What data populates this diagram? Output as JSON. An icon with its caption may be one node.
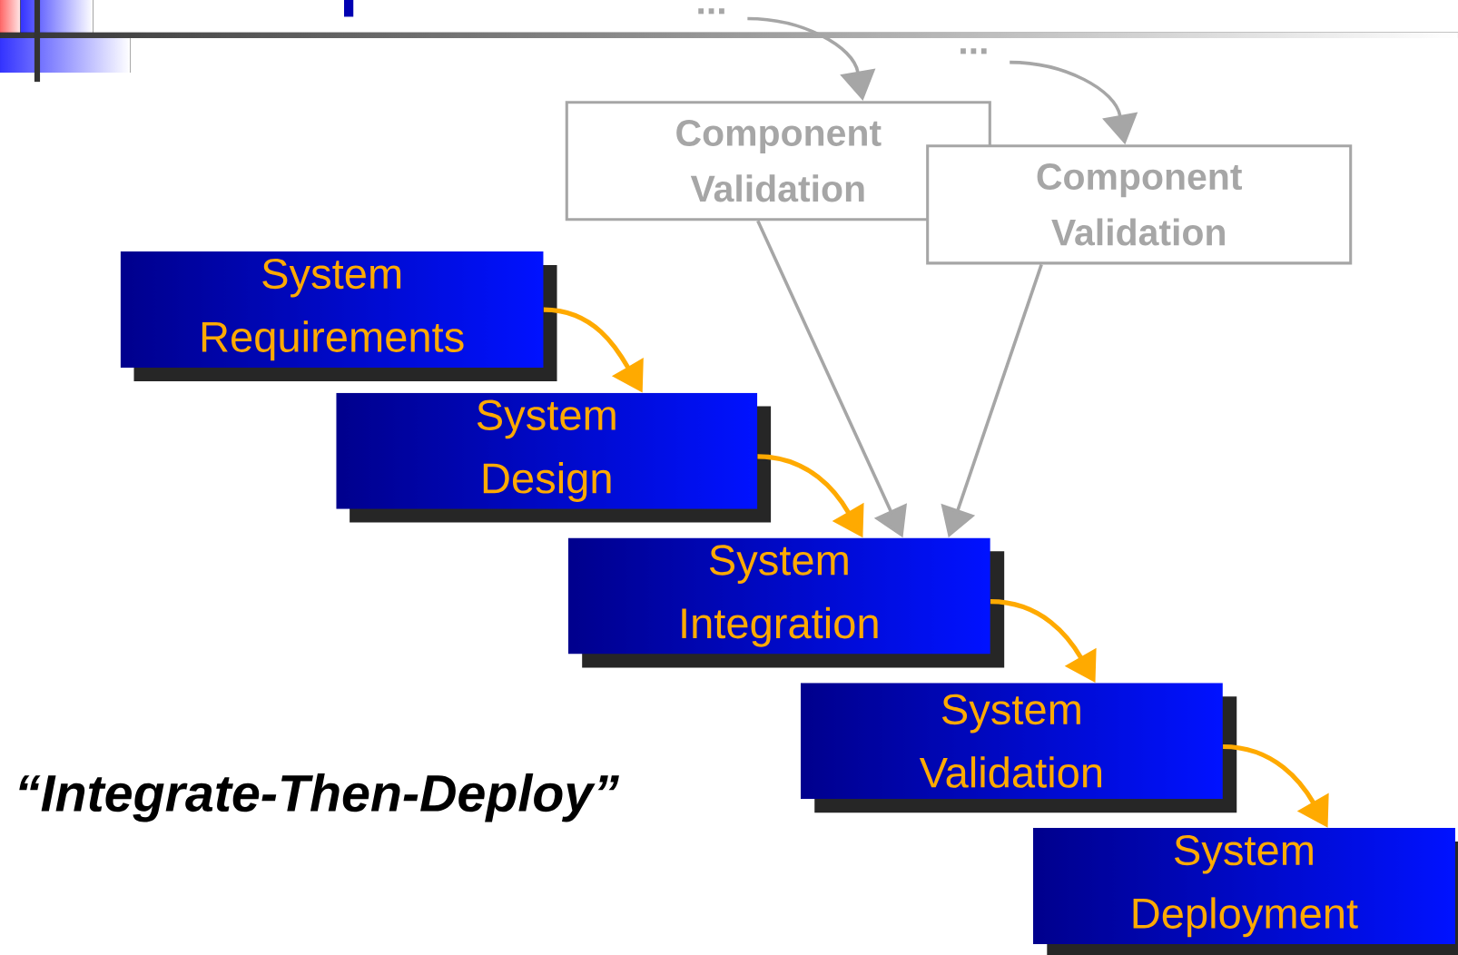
{
  "diagram": {
    "nodes": [
      {
        "text": [
          "..."
        ]
      },
      {
        "text": [
          "Component Validation"
        ]
      },
      {
        "text": [
          "..."
        ]
      },
      {
        "text": [
          "Component Validation"
        ]
      },
      {
        "text": [
          "System Requirements"
        ]
      },
      {
        "text": [
          "System Design"
        ]
      },
      {
        "text": [
          "System Integration"
        ]
      },
      {
        "text": [
          "System Validation"
        ]
      },
      {
        "text": [
          "System Deployment"
        ]
      }
    ],
    "edges": [
      {
        "from": 0,
        "to": 1,
        "arrow": "to",
        "color": "#a6a6a6"
      },
      {
        "from": 2,
        "to": 3,
        "arrow": "to",
        "color": "#a6a6a6"
      },
      {
        "from": 1,
        "to": 6,
        "arrow": "to",
        "color": "#a6a6a6"
      },
      {
        "from": 3,
        "to": 6,
        "arrow": "to",
        "color": "#a6a6a6"
      },
      {
        "from": 4,
        "to": 5,
        "arrow": "to",
        "color": "#ffaa00"
      },
      {
        "from": 5,
        "to": 6,
        "arrow": "to",
        "color": "#ffaa00"
      },
      {
        "from": 6,
        "to": 7,
        "arrow": "to",
        "color": "#ffaa00"
      },
      {
        "from": 7,
        "to": 8,
        "arrow": "to",
        "color": "#ffaa00"
      }
    ],
    "labels": [
      "“Integrate-Then-Deploy”"
    ]
  }
}
